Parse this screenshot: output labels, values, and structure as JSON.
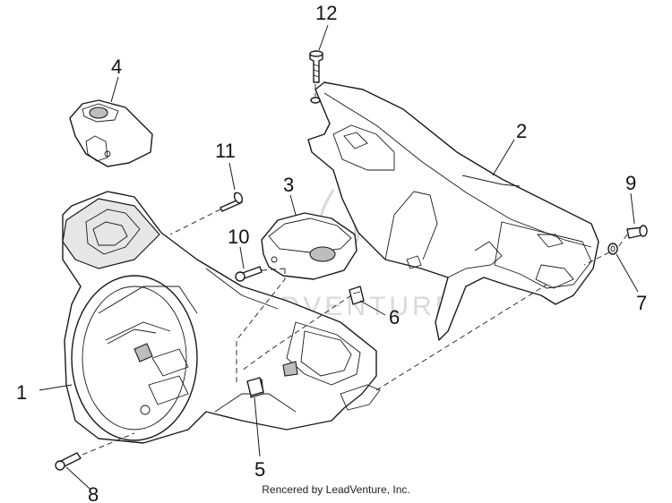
{
  "callouts": {
    "c1": "1",
    "c2": "2",
    "c3": "3",
    "c4": "4",
    "c5": "5",
    "c6": "6",
    "c7": "7",
    "c8": "8",
    "c9": "9",
    "c10": "10",
    "c11": "11",
    "c12": "12"
  },
  "watermark": "LEADVENTURE",
  "footer": "Rencered by LeadVenture, Inc."
}
